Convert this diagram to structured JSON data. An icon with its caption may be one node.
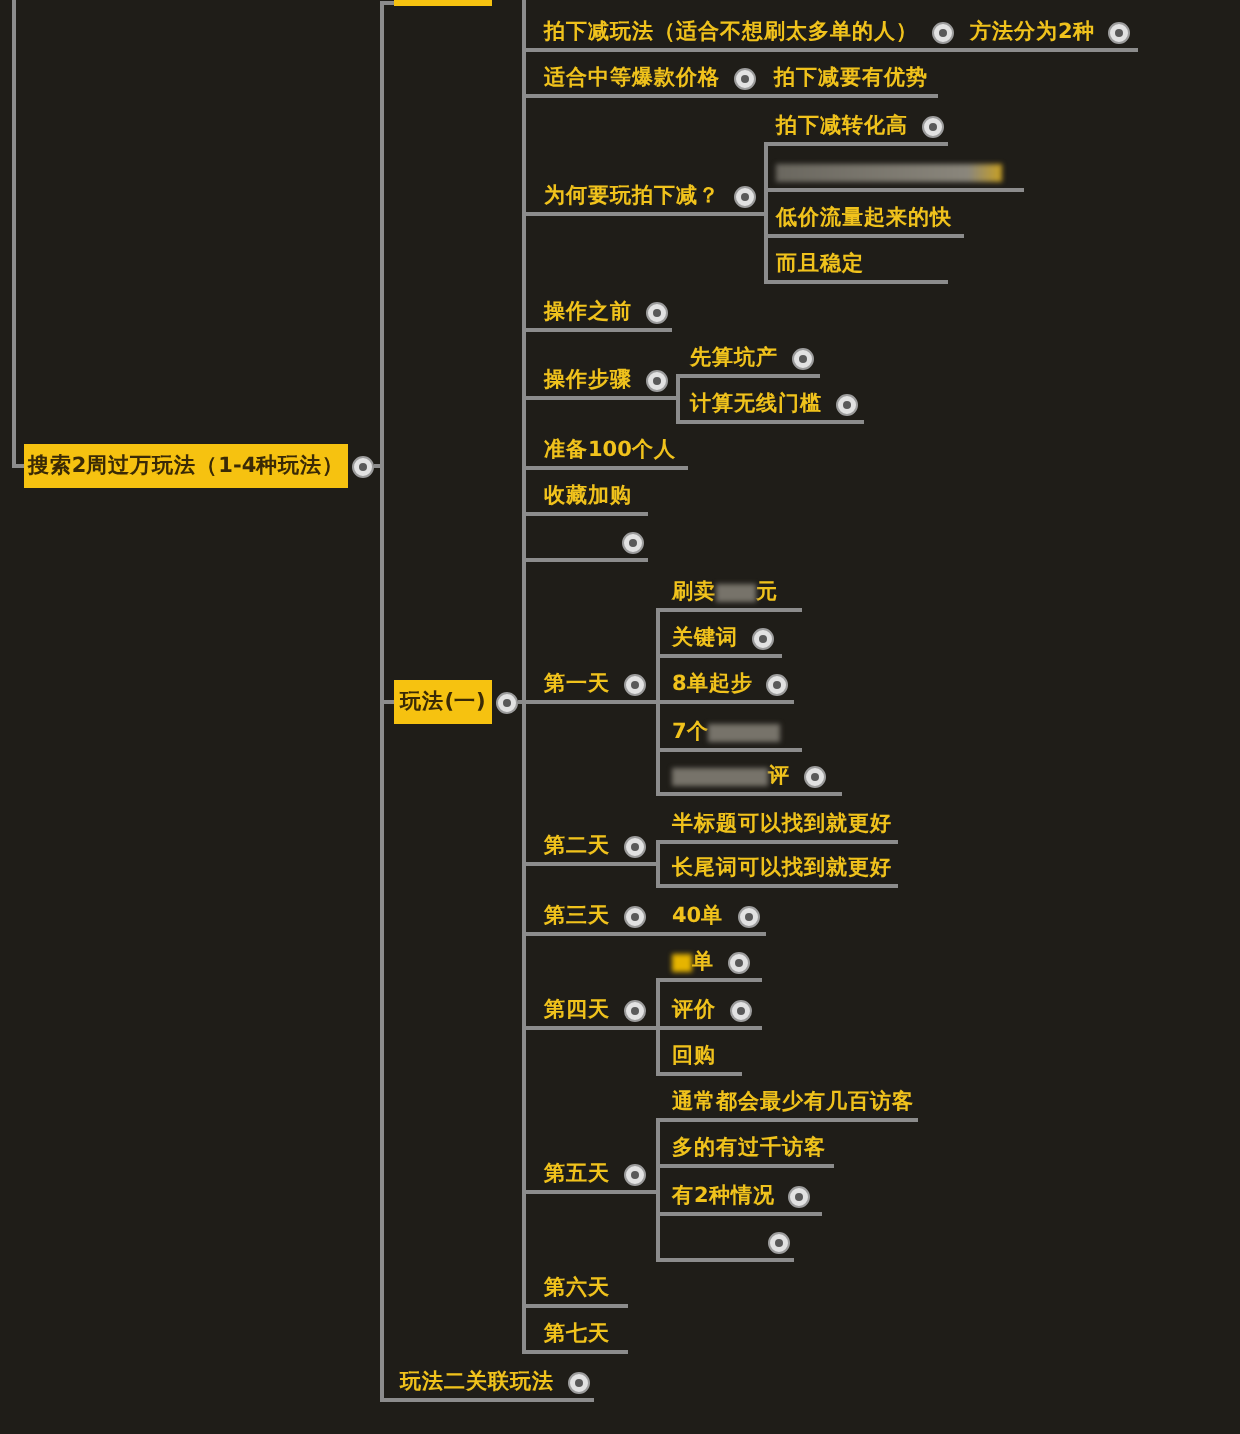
{
  "diagram": {
    "nodes": [
      {
        "text": [
          "搜索2周过万玩法（1-4种玩法）"
        ]
      },
      {
        "text": [],
        "shape": "box"
      },
      {
        "text": [
          "玩法(一)"
        ]
      },
      {
        "text": [
          "拍下减玩法（适合不想刷太多单的人）"
        ]
      },
      {
        "text": [
          "方法分为2种"
        ]
      },
      {
        "text": [
          "适合中等爆款价格"
        ]
      },
      {
        "text": [
          "拍下减要有优势"
        ]
      },
      {
        "text": [
          "为何要玩拍下减？"
        ]
      },
      {
        "text": [
          "拍下减转化高"
        ]
      },
      {
        "text": [],
        "shape": "bar"
      },
      {
        "text": [
          "低价流量起来的快"
        ]
      },
      {
        "text": [
          "而且稳定"
        ]
      },
      {
        "text": [
          "操作之前"
        ]
      },
      {
        "text": [
          "操作步骤"
        ]
      },
      {
        "text": [
          "先算坑产"
        ]
      },
      {
        "text": [
          "计算无线门槛"
        ]
      },
      {
        "text": [
          "准备100个人"
        ]
      },
      {
        "text": [
          "收藏加购"
        ]
      },
      {
        "text": [],
        "shape": "line"
      },
      {
        "text": [
          "第一天"
        ]
      },
      {
        "text": [
          "刷卖",
          "元"
        ]
      },
      {
        "text": [
          "关键词"
        ]
      },
      {
        "text": [
          "8单起步"
        ]
      },
      {
        "text": [
          "7个"
        ]
      },
      {
        "text": [
          "评"
        ]
      },
      {
        "text": [
          "第二天"
        ]
      },
      {
        "text": [
          "半标题可以找到就更好"
        ]
      },
      {
        "text": [
          "长尾词可以找到就更好"
        ]
      },
      {
        "text": [
          "第三天"
        ]
      },
      {
        "text": [
          "40单"
        ]
      },
      {
        "text": [
          "第四天"
        ]
      },
      {
        "text": [
          "单"
        ]
      },
      {
        "text": [
          "评价"
        ]
      },
      {
        "text": [
          "回购"
        ]
      },
      {
        "text": [
          "第五天"
        ]
      },
      {
        "text": [
          "通常都会最少有几百访客"
        ]
      },
      {
        "text": [
          "多的有过千访客"
        ]
      },
      {
        "text": [
          "有2种情况"
        ]
      },
      {
        "text": [],
        "shape": "line"
      },
      {
        "text": [
          "第六天"
        ]
      },
      {
        "text": [
          "第七天"
        ]
      },
      {
        "text": [
          "玩法二关联玩法"
        ]
      }
    ],
    "edges": [
      {
        "from": null,
        "to": 0,
        "arrow": "none"
      },
      {
        "from": 0,
        "to": 1,
        "arrow": "none"
      },
      {
        "from": 0,
        "to": 2,
        "arrow": "none"
      },
      {
        "from": 2,
        "to": null,
        "arrow": "none"
      },
      {
        "from": 2,
        "to": 3,
        "arrow": "none"
      },
      {
        "from": 3,
        "to": 4,
        "arrow": "none"
      },
      {
        "from": 2,
        "to": 5,
        "arrow": "none"
      },
      {
        "from": 5,
        "to": 6,
        "arrow": "none"
      },
      {
        "from": 2,
        "to": 7,
        "arrow": "none"
      },
      {
        "from": 7,
        "to": 8,
        "arrow": "none"
      },
      {
        "from": 7,
        "to": 9,
        "arrow": "none"
      },
      {
        "from": 7,
        "to": 10,
        "arrow": "none"
      },
      {
        "from": 7,
        "to": 11,
        "arrow": "none"
      },
      {
        "from": 2,
        "to": 12,
        "arrow": "none"
      },
      {
        "from": 2,
        "to": 13,
        "arrow": "none"
      },
      {
        "from": 13,
        "to": 14,
        "arrow": "none"
      },
      {
        "from": 13,
        "to": 15,
        "arrow": "none"
      },
      {
        "from": 2,
        "to": 16,
        "arrow": "none"
      },
      {
        "from": 2,
        "to": 17,
        "arrow": "none"
      },
      {
        "from": 2,
        "to": 18,
        "arrow": "none"
      },
      {
        "from": 2,
        "to": 19,
        "arrow": "none"
      },
      {
        "from": 19,
        "to": 20,
        "arrow": "none"
      },
      {
        "from": 19,
        "to": 21,
        "arrow": "none"
      },
      {
        "from": 19,
        "to": 22,
        "arrow": "none"
      },
      {
        "from": 19,
        "to": 23,
        "arrow": "none"
      },
      {
        "from": 19,
        "to": 24,
        "arrow": "none"
      },
      {
        "from": 2,
        "to": 25,
        "arrow": "none"
      },
      {
        "from": 25,
        "to": 26,
        "arrow": "none"
      },
      {
        "from": 25,
        "to": 27,
        "arrow": "none"
      },
      {
        "from": 2,
        "to": 28,
        "arrow": "none"
      },
      {
        "from": 28,
        "to": 29,
        "arrow": "none"
      },
      {
        "from": 2,
        "to": 30,
        "arrow": "none"
      },
      {
        "from": 30,
        "to": 31,
        "arrow": "none"
      },
      {
        "from": 30,
        "to": 32,
        "arrow": "none"
      },
      {
        "from": 30,
        "to": 33,
        "arrow": "none"
      },
      {
        "from": 2,
        "to": 34,
        "arrow": "none"
      },
      {
        "from": 34,
        "to": 35,
        "arrow": "none"
      },
      {
        "from": 34,
        "to": 36,
        "arrow": "none"
      },
      {
        "from": 34,
        "to": 37,
        "arrow": "none"
      },
      {
        "from": 34,
        "to": 38,
        "arrow": "none"
      },
      {
        "from": 2,
        "to": 39,
        "arrow": "none"
      },
      {
        "from": 2,
        "to": 40,
        "arrow": "none"
      },
      {
        "from": 0,
        "to": 41,
        "arrow": "none"
      }
    ]
  }
}
